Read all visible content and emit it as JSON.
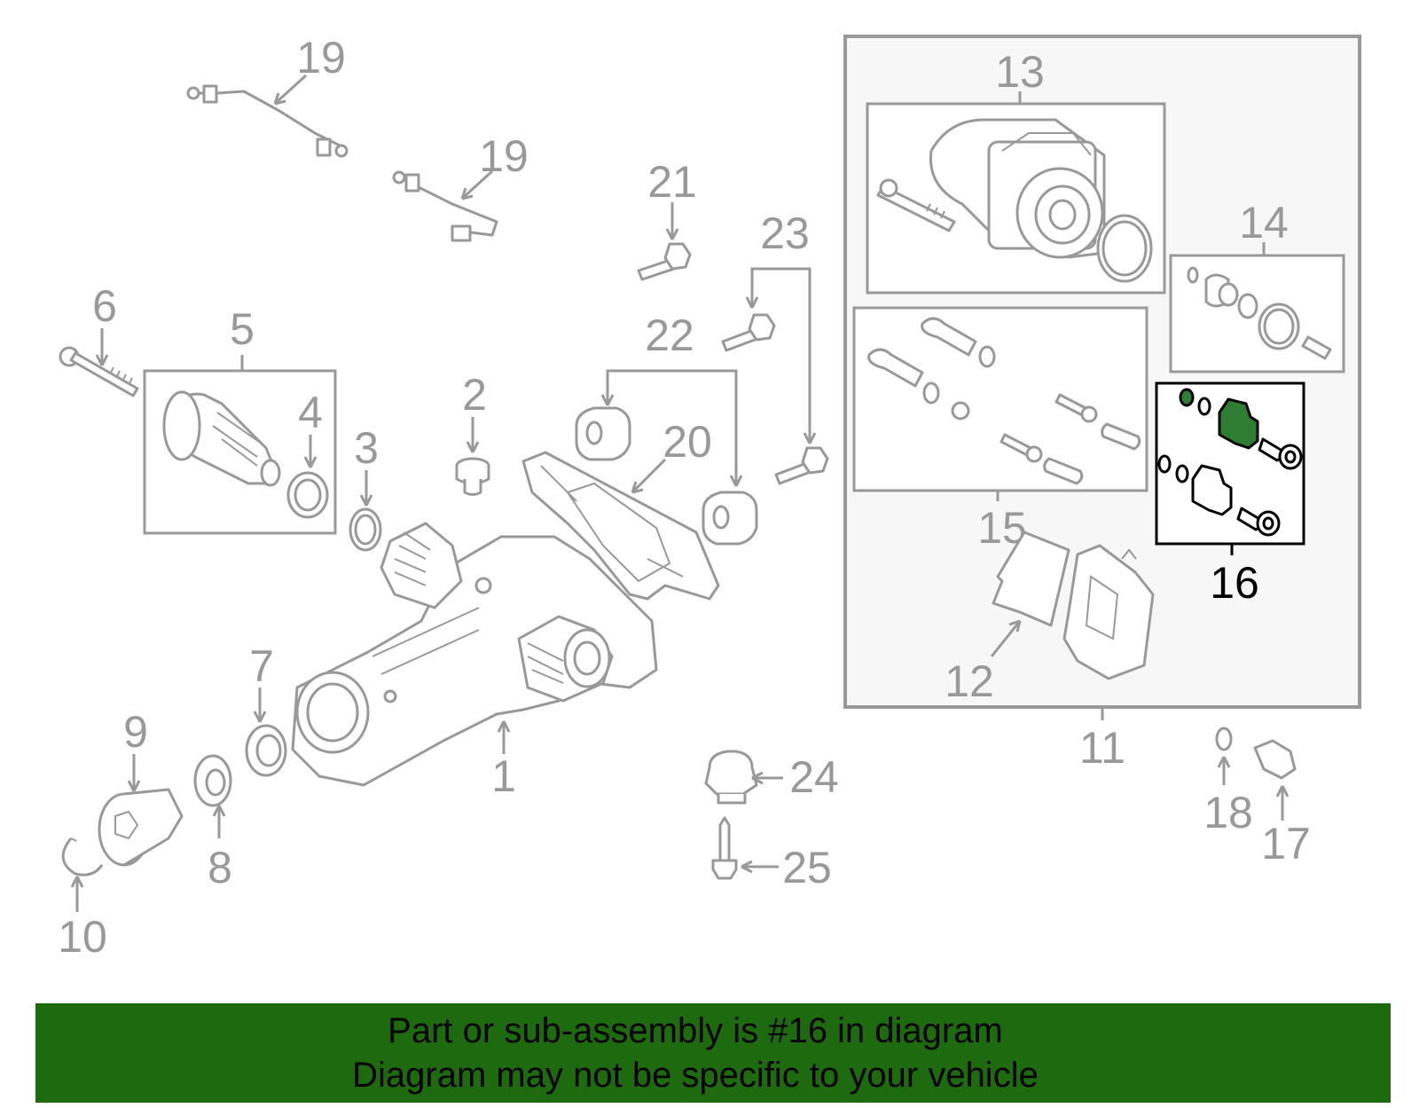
{
  "callouts": {
    "c1": "1",
    "c2": "2",
    "c3": "3",
    "c4": "4",
    "c5": "5",
    "c6": "6",
    "c7": "7",
    "c8": "8",
    "c9": "9",
    "c10": "10",
    "c11": "11",
    "c12": "12",
    "c13": "13",
    "c14": "14",
    "c15": "15",
    "c16": "16",
    "c17": "17",
    "c18": "18",
    "c19a": "19",
    "c19b": "19",
    "c20": "20",
    "c21": "21",
    "c22": "22",
    "c23": "23",
    "c24": "24",
    "c25": "25"
  },
  "highlighted_part": "16",
  "colors": {
    "highlight_fill": "#2e7d32",
    "banner_background": "#1e6b0f",
    "callout_gray": "#999999"
  },
  "banner": {
    "line1": "Part or sub-assembly is #16 in diagram",
    "line2": "Diagram may not be specific to your vehicle"
  }
}
